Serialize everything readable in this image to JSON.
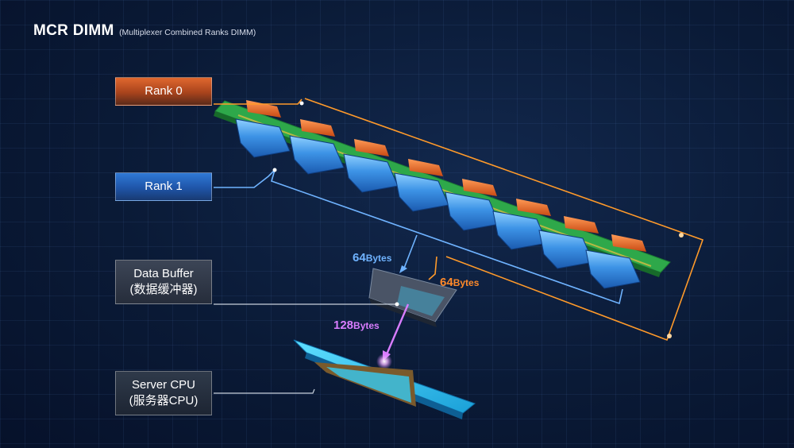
{
  "title": {
    "main": "MCR DIMM",
    "sub": "(Multiplexer Combined Ranks DIMM)"
  },
  "labels": {
    "rank0": "Rank 0",
    "rank1": "Rank 1",
    "data_buffer_en": "Data Buffer",
    "data_buffer_zh": "(数据缓冲器)",
    "server_cpu_en": "Server CPU",
    "server_cpu_zh": "(服务器CPU)"
  },
  "transfers": {
    "rank1_size": "64",
    "rank1_unit": "Bytes",
    "rank0_size": "64",
    "rank0_unit": "Bytes",
    "cpu_size": "128",
    "cpu_unit": "Bytes"
  },
  "colors": {
    "background": "#0a1a36",
    "rank0": "#e0682f",
    "rank1": "#2f79d6",
    "pcb": "#2ea84a",
    "rank1_line": "#6fb3ff",
    "rank0_line": "#ff9a2a",
    "cpu_line": "#d97dff",
    "cpu_body": "#2ab8e8"
  }
}
